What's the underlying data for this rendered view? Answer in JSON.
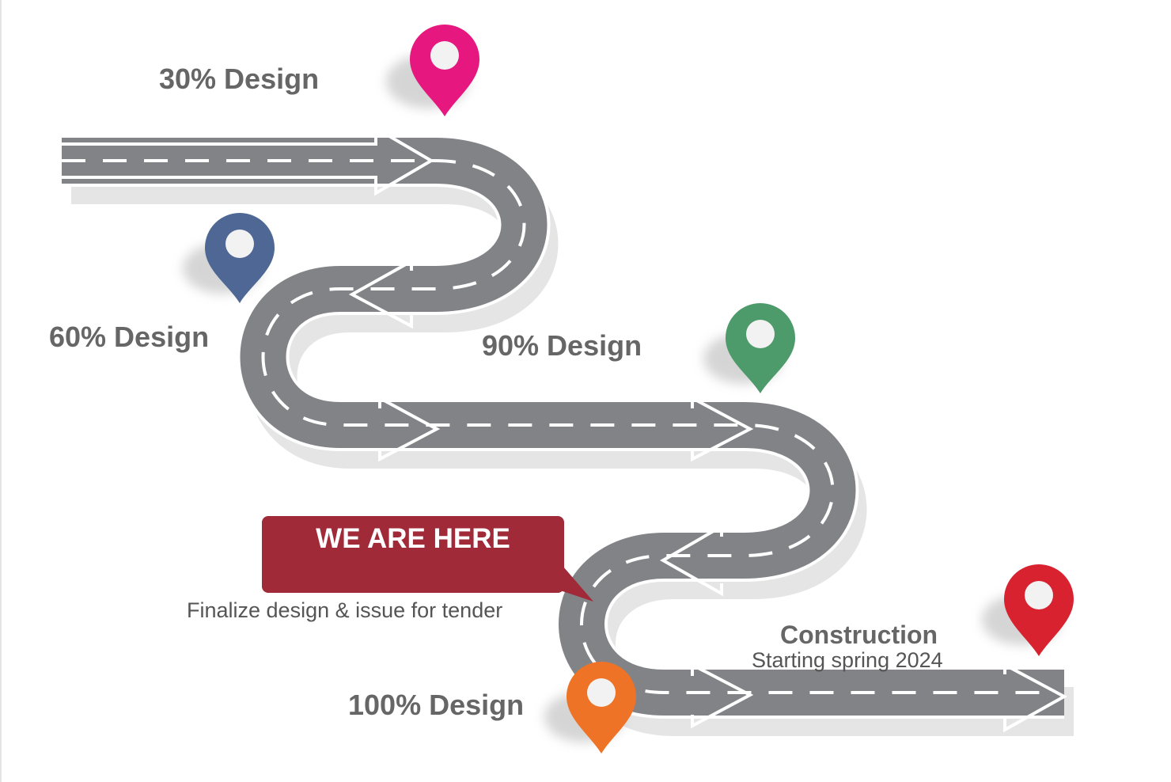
{
  "diagram": {
    "milestones": [
      {
        "label": "30% Design",
        "pin_color": "#e6177f"
      },
      {
        "label": "60% Design",
        "pin_color": "#4e6794"
      },
      {
        "label": "90% Design",
        "pin_color": "#4d9a6a"
      },
      {
        "label": "100% Design",
        "pin_color": "#ee7326"
      },
      {
        "label": "Construction",
        "note": "Starting spring 2024",
        "pin_color": "#d8222f"
      }
    ],
    "callout": {
      "title": "WE ARE HERE",
      "note": "Finalize design & issue for tender",
      "color": "#a12a39"
    },
    "road_color": "#808185",
    "text_color": "#666666"
  }
}
